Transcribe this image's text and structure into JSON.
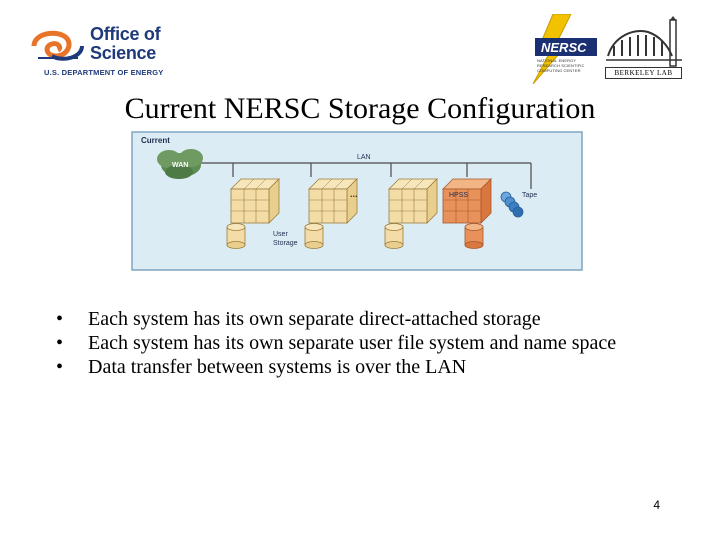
{
  "header": {
    "doe_logo": {
      "line1": "Office of",
      "line2": "Science",
      "subtitle": "U.S. DEPARTMENT OF ENERGY"
    },
    "nersc_logo": {
      "text": "NERSC",
      "tagline": "NATIONAL ENERGY RESEARCH SCIENTIFIC COMPUTING CENTER"
    },
    "berkeley_logo": {
      "text": "BERKELEY LAB"
    }
  },
  "slide": {
    "title": "Current NERSC Storage Configuration",
    "page_number": "4"
  },
  "diagram": {
    "panel_label": "Current",
    "wan_label": "WAN",
    "lan_label": "LAN",
    "ellipsis": "...",
    "hpss_label": "HPSS",
    "tape_label": "Tape",
    "user_storage_line1": "User",
    "user_storage_line2": "Storage"
  },
  "bullets": [
    "Each system has its own separate direct-attached storage",
    "Each system has its own separate user file system and name space",
    "Data transfer between systems is over the LAN"
  ],
  "bullet_symbol": "•",
  "colors": {
    "doe_blue": "#1f3a7a",
    "doe_orange": "#e8742a",
    "panel_bg": "#dcecf4",
    "panel_border": "#7fa5c1",
    "cabinet_fill": "#f3dca6",
    "cabinet_stroke": "#9c7d3c",
    "hpss_fill": "#e9915a",
    "wan_cloud": "#5d8c52",
    "tape_blue": "#3d7fc1"
  }
}
